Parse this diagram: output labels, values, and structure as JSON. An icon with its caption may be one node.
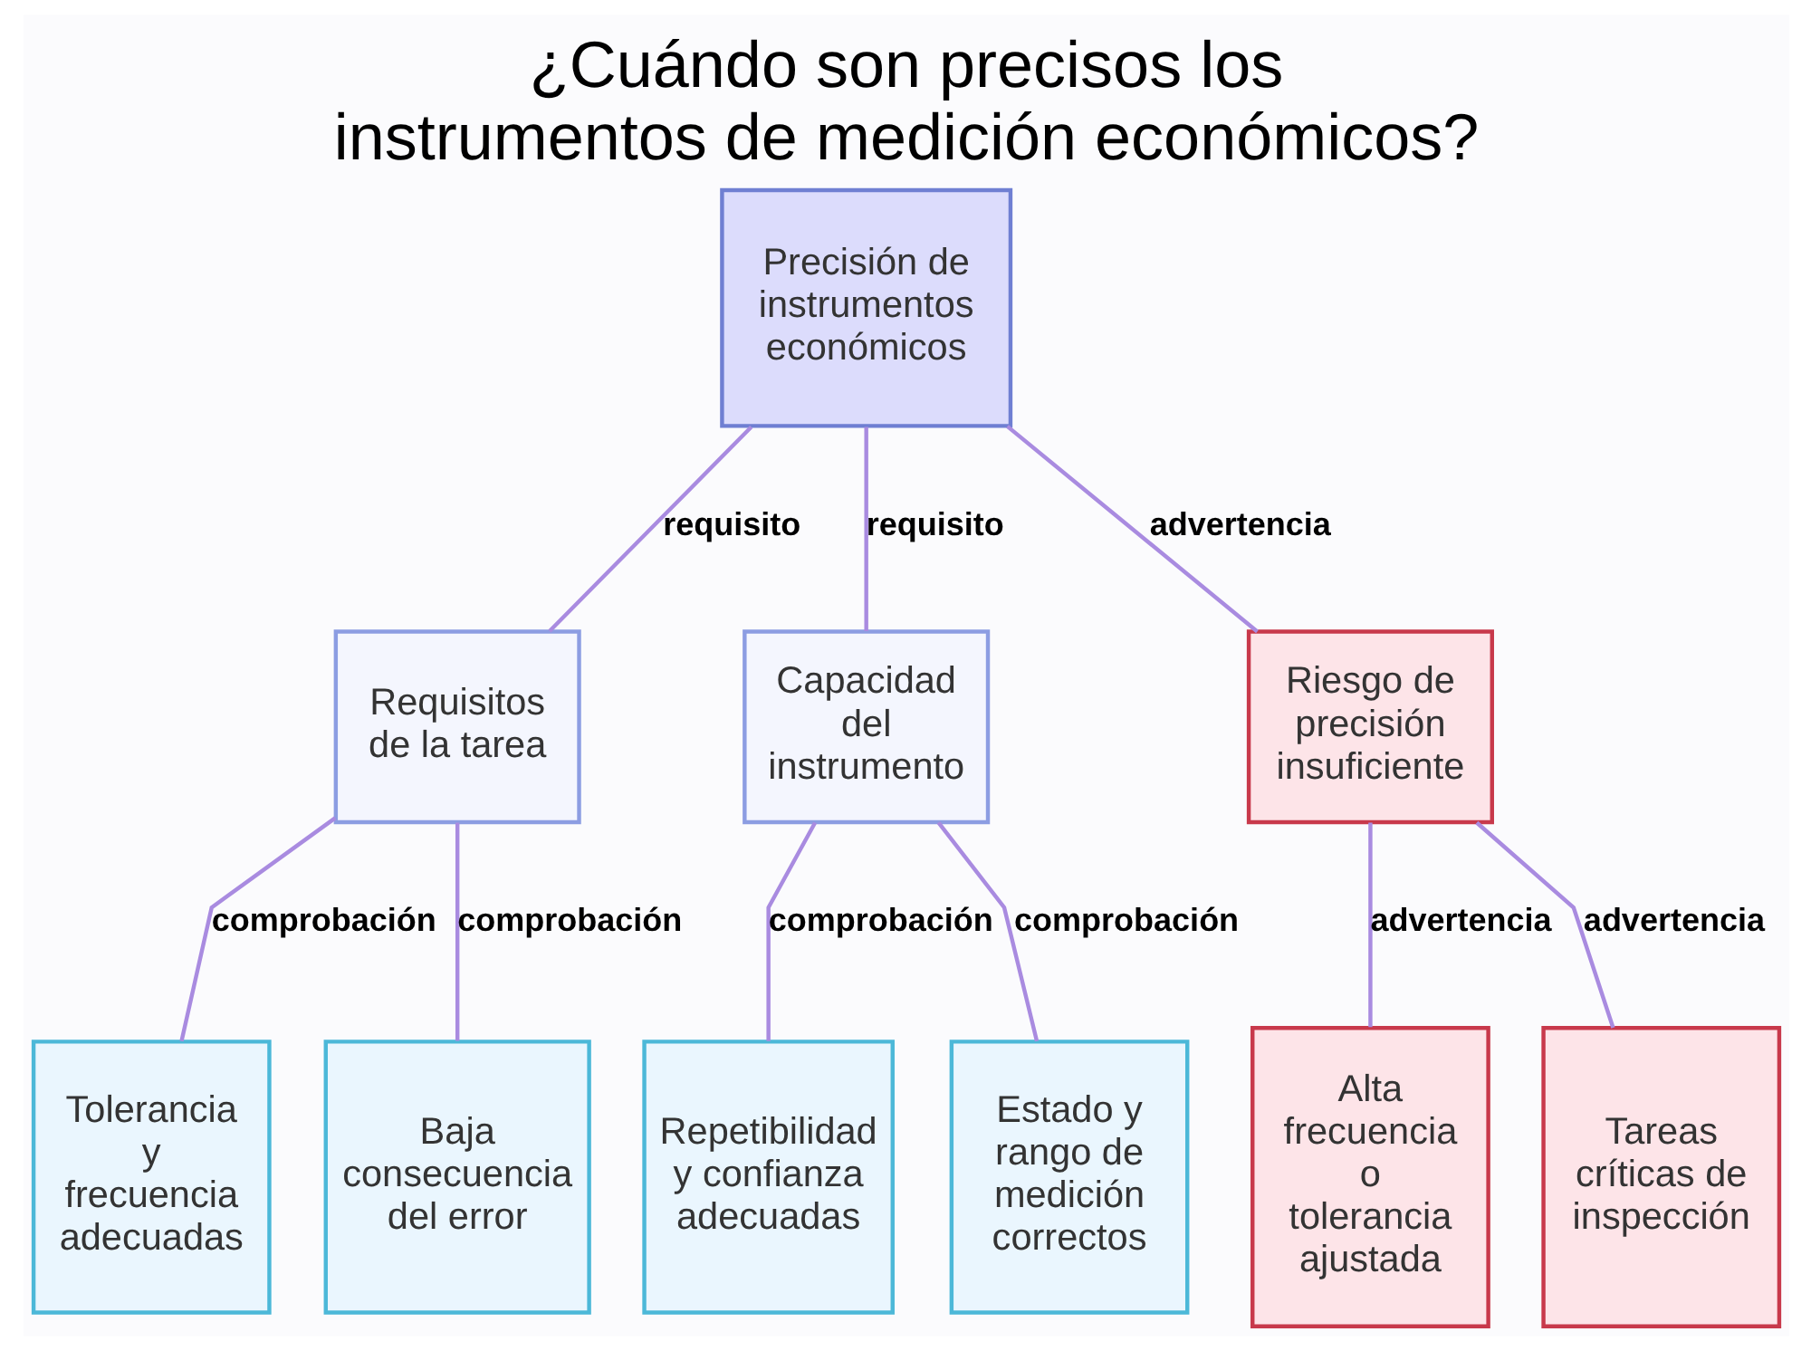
{
  "diagram": {
    "title": "¿Cuándo son precisos los instrumentos de medición económicos?",
    "nodes": [
      {
        "text": [
          "Precisión de instrumentos económicos"
        ]
      },
      {
        "text": [
          "Requisitos de la tarea"
        ]
      },
      {
        "text": [
          "Capacidad del instrumento"
        ]
      },
      {
        "text": [
          "Riesgo de precisión insuficiente"
        ]
      },
      {
        "text": [
          "Tolerancia y frecuencia adecuadas"
        ]
      },
      {
        "text": [
          "Baja consecuencia del error"
        ]
      },
      {
        "text": [
          "Repetibilidad y confianza adecuadas"
        ]
      },
      {
        "text": [
          "Estado y rango de medición correctos"
        ]
      },
      {
        "text": [
          "Alta frecuencia o tolerancia ajustada"
        ]
      },
      {
        "text": [
          "Tareas críticas de inspección"
        ]
      }
    ],
    "edges": [
      {
        "from": 0,
        "to": 1,
        "arrow": "none",
        "label": "requisito"
      },
      {
        "from": 0,
        "to": 2,
        "arrow": "none",
        "label": "requisito"
      },
      {
        "from": 0,
        "to": 3,
        "arrow": "none",
        "label": "advertencia"
      },
      {
        "from": 1,
        "to": 4,
        "arrow": "none",
        "label": "comprobación"
      },
      {
        "from": 1,
        "to": 5,
        "arrow": "none",
        "label": "comprobación"
      },
      {
        "from": 2,
        "to": 6,
        "arrow": "none",
        "label": "comprobación"
      },
      {
        "from": 2,
        "to": 7,
        "arrow": "none",
        "label": "comprobación"
      },
      {
        "from": 3,
        "to": 8,
        "arrow": "none",
        "label": "advertencia"
      },
      {
        "from": 3,
        "to": 9,
        "arrow": "none",
        "label": "advertencia"
      }
    ]
  }
}
